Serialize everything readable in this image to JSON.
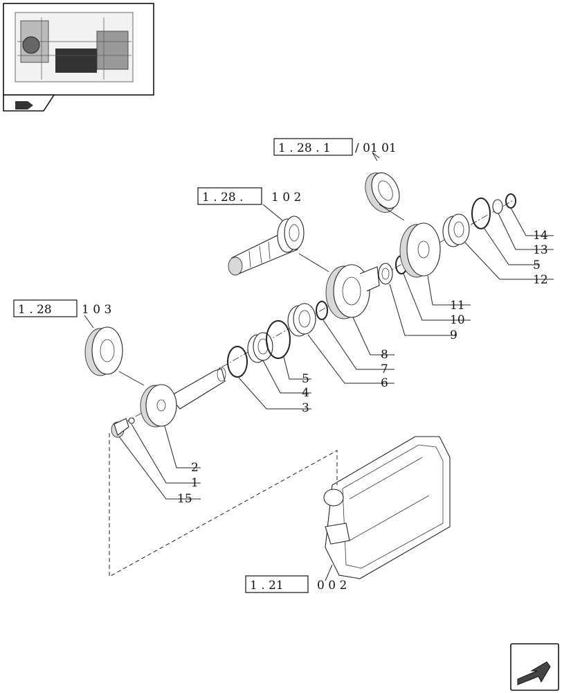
{
  "references": [
    {
      "id": "ref-1-28-1-01-01",
      "boxed": "1 . 28 . 1",
      "suffix": "/ 01  01"
    },
    {
      "id": "ref-1-28-1-02",
      "boxed": "1 . 28 .",
      "suffix": "1   0 2"
    },
    {
      "id": "ref-1-28-1-03",
      "boxed": "1 . 28",
      "suffix": "1   0 3"
    },
    {
      "id": "ref-1-21-0-02",
      "boxed": "1 . 21",
      "suffix": "0   0 2"
    }
  ],
  "callouts": [
    "14",
    "13",
    "5",
    "12",
    "11",
    "10",
    "9",
    "8",
    "7",
    "6",
    "5",
    "4",
    "3",
    "2",
    "1",
    "15"
  ]
}
